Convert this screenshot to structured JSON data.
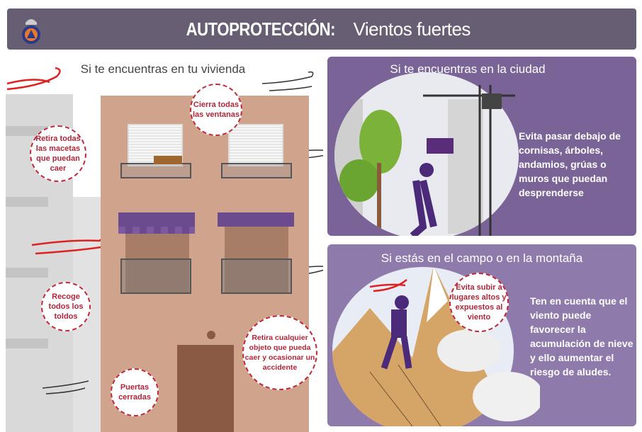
{
  "header": {
    "title_bold": "AUTOPROTECCIÓN:",
    "title_rest": " Vientos fuertes",
    "logo": "civil-protection-emblem"
  },
  "home": {
    "title": "Si te encuentras en tu vivienda",
    "callouts": [
      "Retira todas las macetas que puedan caer",
      "Cierra todas las ventanas",
      "Recoge todos los toldos",
      "Retira cualquier objeto que pueda caer y ocasionar un accidente",
      "Puertas cerradas"
    ]
  },
  "city": {
    "title": "Si te encuentras en la ciudad",
    "text": "Evita pasar debajo de cornisas, árboles, andamios, grúas o muros que puedan desprenderse"
  },
  "mountain": {
    "title": "Si estás en el campo o en la montaña",
    "callout": "Evita subir a lugares altos y expuestos al viento",
    "text": "Ten en cuenta que el viento puede favorecer la acumulación de nieve y ello aumentar  el riesgo de aludes."
  },
  "colors": {
    "header": "#685e73",
    "city_panel": "#7a6396",
    "mountain_panel": "#8e7aab",
    "callout_red": "#b0253a",
    "awning": "#6b4a8e"
  }
}
